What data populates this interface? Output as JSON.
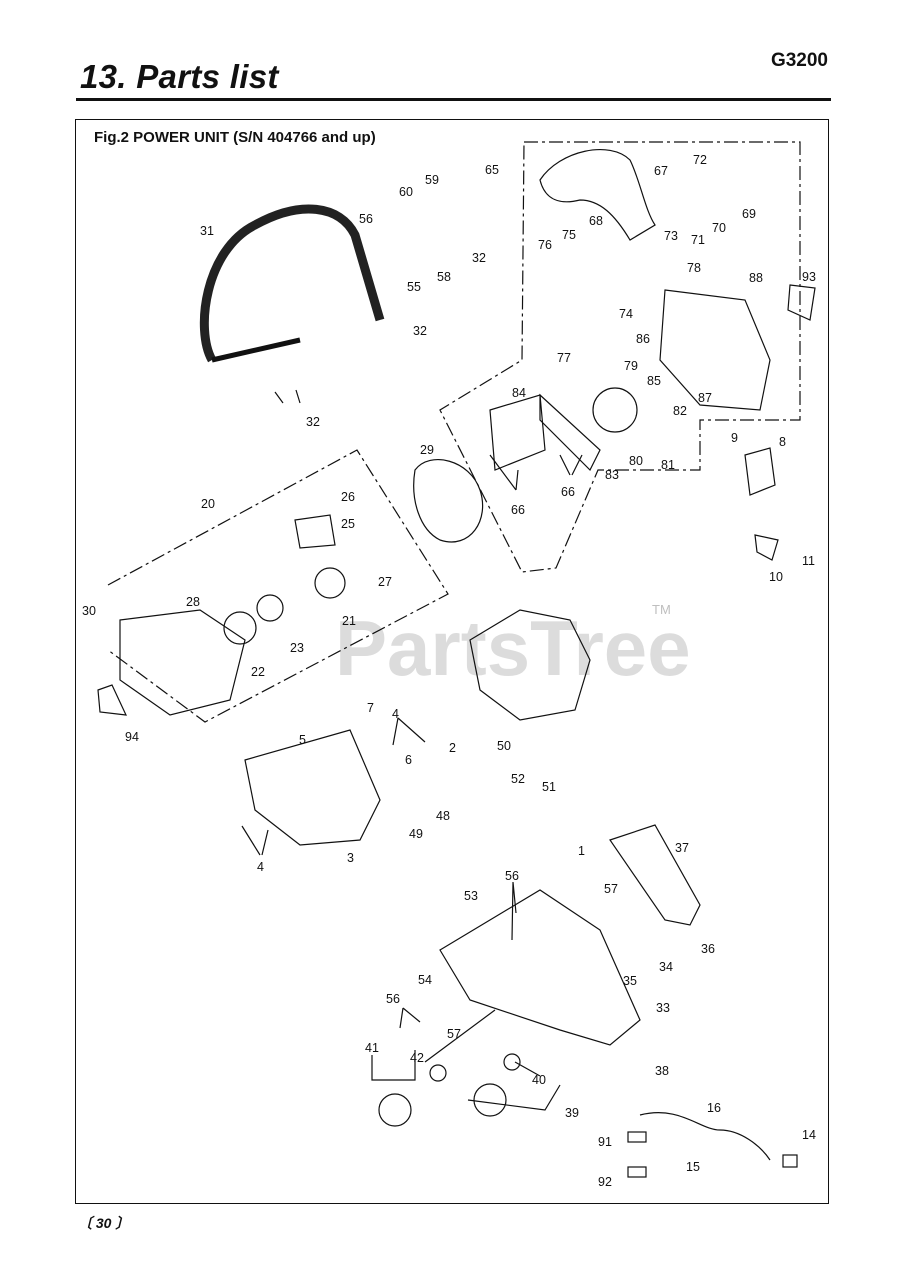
{
  "header": {
    "section_title": "13. Parts list",
    "model": "G3200"
  },
  "figure": {
    "title": "Fig.2 POWER UNIT (S/N 404766 and up)"
  },
  "watermark": {
    "text": "PartsTree",
    "tm": "TM"
  },
  "footer": {
    "page": "〔 30 〕"
  },
  "labels": {
    "p1": "1",
    "p2": "2",
    "p3": "3",
    "p4a": "4",
    "p4b": "4",
    "p5": "5",
    "p6": "6",
    "p7": "7",
    "p8": "8",
    "p9": "9",
    "p10": "10",
    "p11": "11",
    "p14": "14",
    "p15": "15",
    "p16": "16",
    "p20": "20",
    "p21": "21",
    "p22": "22",
    "p23": "23",
    "p25": "25",
    "p26": "26",
    "p27": "27",
    "p28": "28",
    "p29": "29",
    "p30": "30",
    "p31": "31",
    "p32a": "32",
    "p32b": "32",
    "p32c": "32",
    "p33": "33",
    "p34": "34",
    "p35": "35",
    "p36": "36",
    "p37": "37",
    "p38": "38",
    "p39": "39",
    "p40": "40",
    "p41": "41",
    "p42": "42",
    "p48": "48",
    "p49": "49",
    "p50": "50",
    "p51": "51",
    "p52": "52",
    "p53": "53",
    "p54": "54",
    "p55": "55",
    "p56a": "56",
    "p56b": "56",
    "p56c": "56",
    "p57a": "57",
    "p57b": "57",
    "p58": "58",
    "p59": "59",
    "p60": "60",
    "p65": "65",
    "p66a": "66",
    "p66b": "66",
    "p67": "67",
    "p68": "68",
    "p69": "69",
    "p70": "70",
    "p71": "71",
    "p72": "72",
    "p73": "73",
    "p74": "74",
    "p75": "75",
    "p76": "76",
    "p77": "77",
    "p78": "78",
    "p79": "79",
    "p80": "80",
    "p81": "81",
    "p82": "82",
    "p83": "83",
    "p84": "84",
    "p85": "85",
    "p86": "86",
    "p87": "87",
    "p88": "88",
    "p91": "91",
    "p92": "92",
    "p93": "93",
    "p94": "94"
  }
}
